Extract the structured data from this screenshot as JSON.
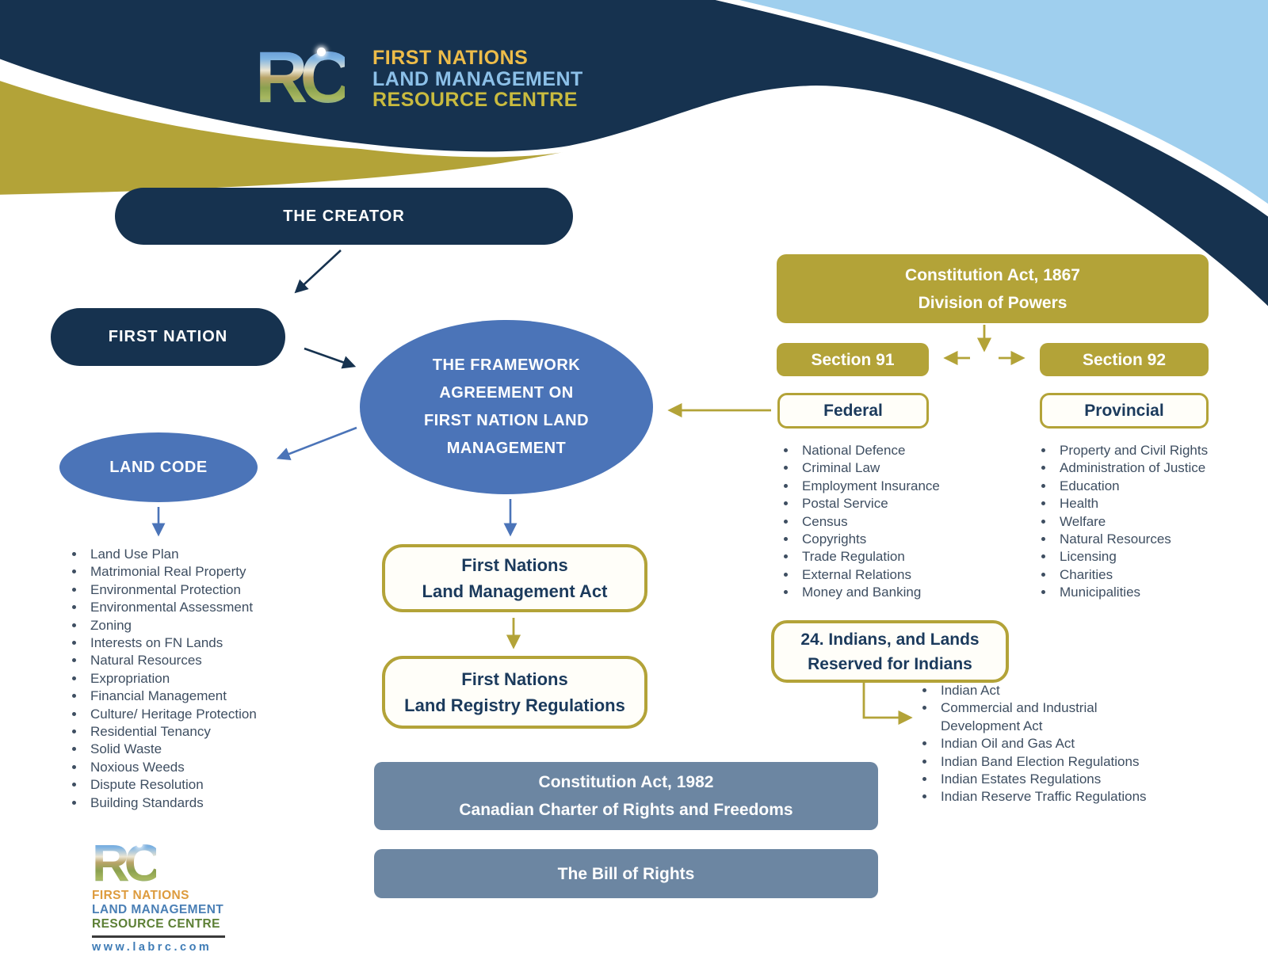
{
  "colors": {
    "navy": "#16324f",
    "gold": "#b3a338",
    "ellipse_blue": "#4b74b8",
    "blue_gray": "#6c86a2",
    "sky_blue": "#9fcfee",
    "bullet_text": "#3e4e61",
    "box_text_navy": "#1b3a5c",
    "white": "#ffffff"
  },
  "header": {
    "logo_monogram": "RC",
    "line1": "FIRST NATIONS",
    "line2": "LAND MANAGEMENT",
    "line3": "RESOURCE CENTRE"
  },
  "nodes": {
    "creator": "THE CREATOR",
    "first_nation": "FIRST NATION",
    "framework": [
      "THE FRAMEWORK",
      "AGREEMENT ON",
      "FIRST NATION LAND",
      "MANAGEMENT"
    ],
    "land_code": "LAND CODE",
    "constitution_1867": [
      "Constitution Act, 1867",
      "Division of Powers"
    ],
    "section_91": "Section 91",
    "section_92": "Section 92",
    "federal": "Federal",
    "provincial": "Provincial",
    "fn_land_management_act": [
      "First Nations",
      "Land Management Act"
    ],
    "fn_land_registry_regulations": [
      "First Nations",
      "Land Registry Regulations"
    ],
    "indians_lands": [
      "24. Indians, and Lands",
      "Reserved for Indians"
    ],
    "constitution_1982": [
      "Constitution Act, 1982",
      "Canadian Charter of Rights and Freedoms"
    ],
    "bill_of_rights": "The Bill of Rights"
  },
  "lists": {
    "land_code_items": [
      "Land Use Plan",
      "Matrimonial Real Property",
      "Environmental Protection",
      "Environmental Assessment",
      "Zoning",
      "Interests on FN Lands",
      "Natural Resources",
      "Expropriation",
      "Financial Management",
      "Culture/ Heritage Protection",
      "Residential Tenancy",
      "Solid Waste",
      "Noxious Weeds",
      "Dispute Resolution",
      "Building Standards"
    ],
    "federal_items": [
      "National Defence",
      "Criminal Law",
      "Employment Insurance",
      "Postal Service",
      "Census",
      "Copyrights",
      "Trade Regulation",
      "External Relations",
      "Money and Banking"
    ],
    "provincial_items": [
      "Property and Civil Rights",
      "Administration of Justice",
      "Education",
      "Health",
      "Welfare",
      "Natural Resources",
      "Licensing",
      "Charities",
      "Municipalities"
    ],
    "indian_items": [
      "Indian Act",
      "Commercial and Industrial Development Act",
      "Indian Oil and Gas Act",
      "Indian Band Election Regulations",
      "Indian Estates Regulations",
      "Indian Reserve Traffic Regulations"
    ]
  },
  "footer_logo": {
    "monogram": "RC",
    "line1": "FIRST NATIONS",
    "line2": "LAND MANAGEMENT",
    "line3": "RESOURCE CENTRE",
    "url": "www.labrc.com"
  }
}
